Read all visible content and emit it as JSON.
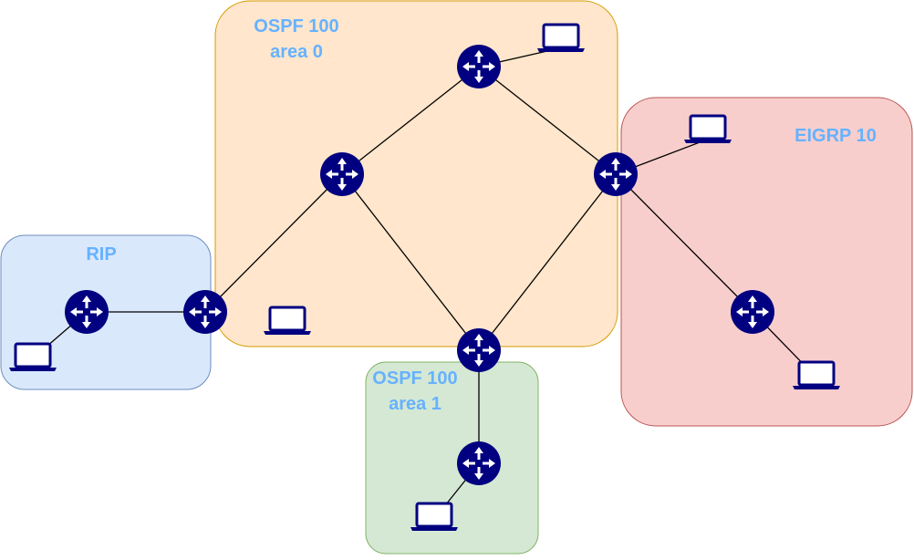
{
  "colors": {
    "ospf_area0_fill": "#ffe6cc",
    "ospf_area0_stroke": "#d79b00",
    "ospf_area1_fill": "#d5e8d4",
    "ospf_area1_stroke": "#82b366",
    "rip_fill": "#dae8fc",
    "rip_stroke": "#6c8ebf",
    "eigrp_fill": "#f8cecc",
    "eigrp_stroke": "#b85450",
    "label": "#66b2ff",
    "device": "#000080",
    "link": "#000000"
  },
  "regions": {
    "ospf_area0": {
      "line1": "OSPF 100",
      "line2": "area 0"
    },
    "ospf_area1": {
      "line1": "OSPF 100",
      "line2": "area 1"
    },
    "rip": {
      "label": "RIP"
    },
    "eigrp": {
      "label": "EIGRP 10"
    }
  },
  "devices": {
    "routers": [
      "router-top",
      "router-left-mid",
      "router-right-mid",
      "router-rip",
      "router-border-rip",
      "router-center-bottom",
      "router-area1",
      "router-eigrp"
    ],
    "laptops": [
      "laptop-top",
      "laptop-eigrp-top",
      "laptop-ospf-left",
      "laptop-rip",
      "laptop-area1",
      "laptop-eigrp-bottom"
    ]
  },
  "icons": {
    "router": "router-icon",
    "laptop": "laptop-icon"
  }
}
